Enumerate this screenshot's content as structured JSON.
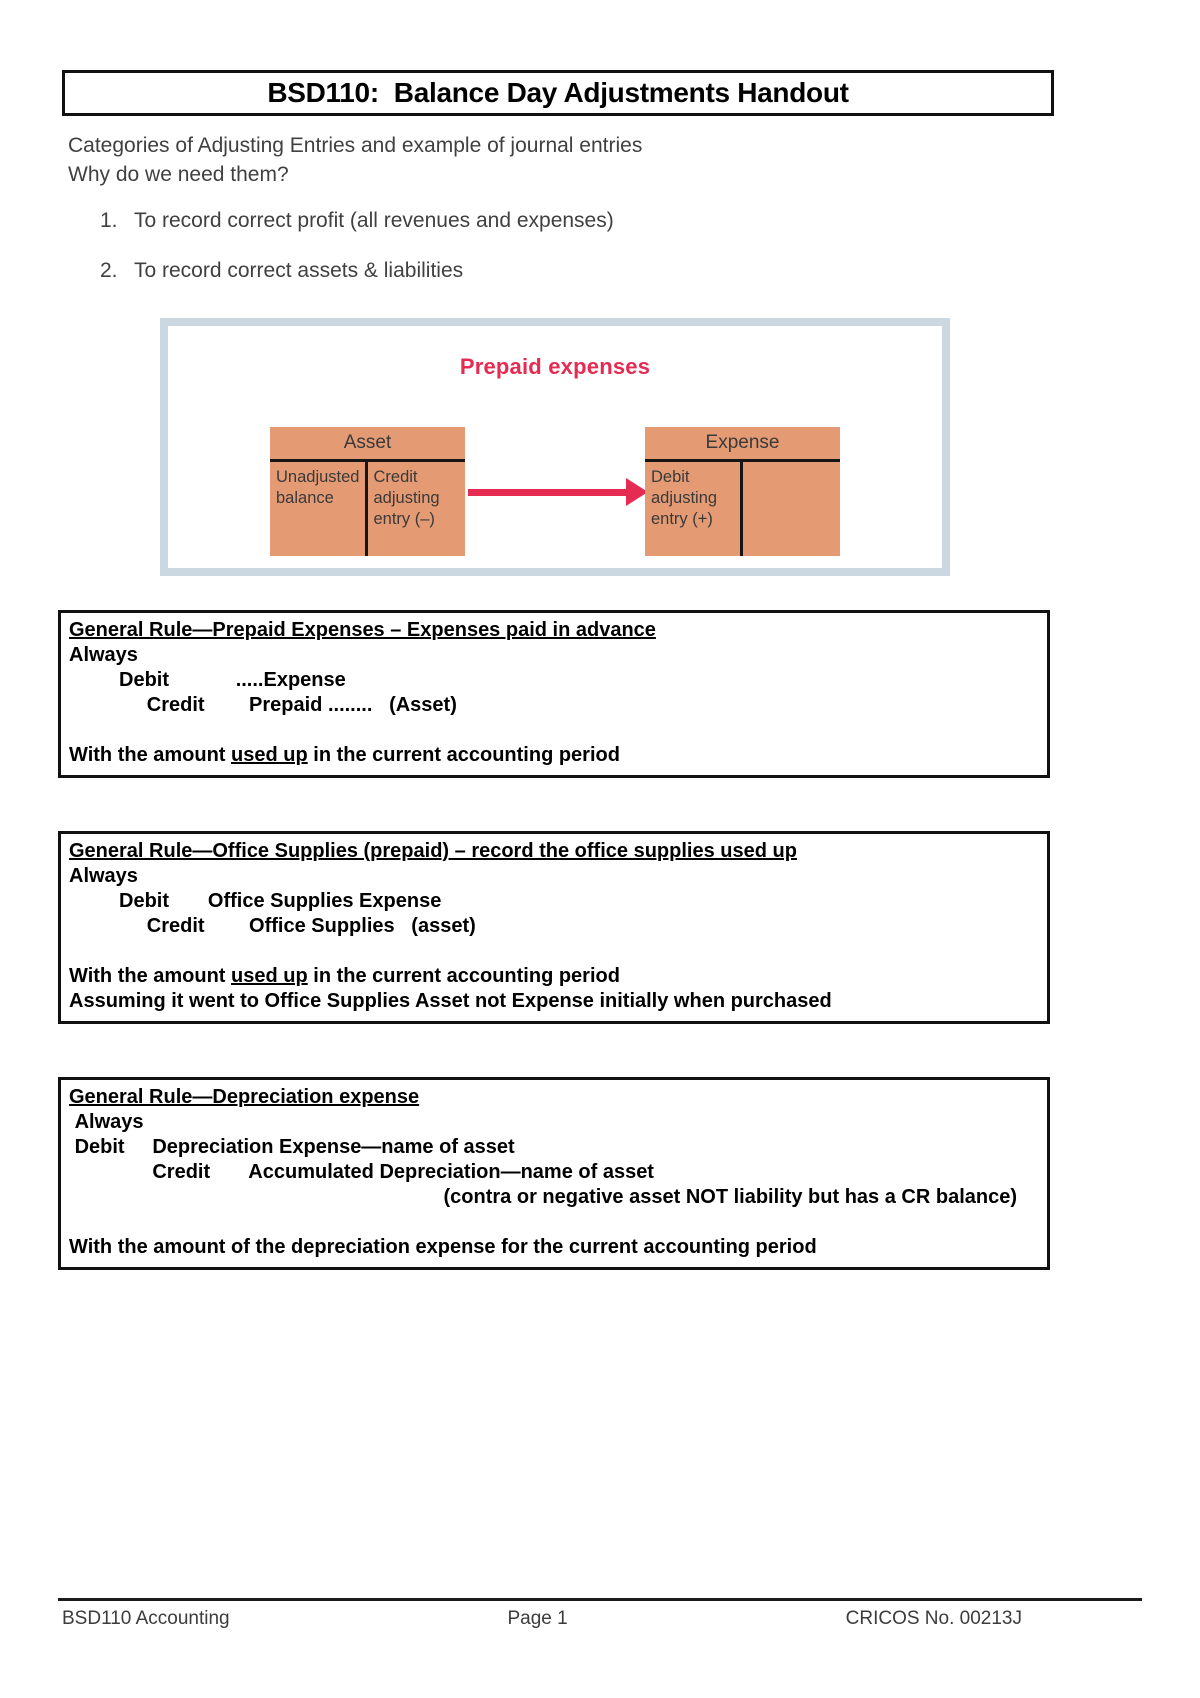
{
  "colors": {
    "salmon": "#E49A73",
    "crimson": "#E62B52",
    "frame": "#CBD8E2"
  },
  "doc": {
    "title": "BSD110:  Balance Day Adjustments Handout",
    "intro_line1": "Categories of Adjusting Entries and example of journal entries",
    "intro_line2": "Why do we need them?",
    "list": [
      {
        "num": "1.",
        "text": "To record correct profit (all revenues and expenses)"
      },
      {
        "num": "2.",
        "text": "To record correct assets & liabilities"
      }
    ]
  },
  "diagram": {
    "title": "Prepaid expenses",
    "accounts": [
      {
        "name": "Asset",
        "debit_side": "Unadjusted balance",
        "credit_side": "Credit adjusting entry (–)"
      },
      {
        "name": "Expense",
        "debit_side": "Debit adjusting entry (+)",
        "credit_side": ""
      }
    ]
  },
  "rules": [
    {
      "heading": "General Rule—Prepaid Expenses – Expenses paid in advance",
      "lines": [
        {
          "segs": [
            {
              "t": "Always"
            }
          ]
        },
        {
          "segs": [
            {
              "t": "         Debit            .....Expense"
            }
          ]
        },
        {
          "segs": [
            {
              "t": "              Credit        Prepaid ........   (Asset)"
            }
          ]
        },
        {
          "segs": [
            {
              "t": " "
            }
          ]
        },
        {
          "segs": [
            {
              "t": "With the amount "
            },
            {
              "t": "used up",
              "u": true
            },
            {
              "t": " in the current accounting period"
            }
          ]
        }
      ]
    },
    {
      "heading": "General Rule—Office Supplies (prepaid) – record the office supplies used up",
      "lines": [
        {
          "segs": [
            {
              "t": "Always"
            }
          ]
        },
        {
          "segs": [
            {
              "t": "         Debit       Office Supplies Expense"
            }
          ]
        },
        {
          "segs": [
            {
              "t": "              Credit        Office Supplies   (asset)"
            }
          ]
        },
        {
          "segs": [
            {
              "t": " "
            }
          ]
        },
        {
          "segs": [
            {
              "t": "With the amount "
            },
            {
              "t": "used up",
              "u": true
            },
            {
              "t": " in the current accounting period"
            }
          ]
        },
        {
          "segs": [
            {
              "t": "Assuming it went to Office Supplies Asset not Expense initially when purchased"
            }
          ]
        }
      ]
    },
    {
      "heading": "General Rule—Depreciation expense",
      "lines": [
        {
          "segs": [
            {
              "t": " Always"
            }
          ]
        },
        {
          "segs": [
            {
              "t": " Debit     Depreciation Expense—name of asset"
            }
          ]
        },
        {
          "segs": [
            {
              "t": "               Credit       Accumulated Depreciation—name of asset"
            }
          ]
        },
        {
          "align": "right",
          "segs": [
            {
              "t": "(contra or negative asset NOT liability but has a CR balance)"
            }
          ]
        },
        {
          "segs": [
            {
              "t": " "
            }
          ]
        },
        {
          "segs": [
            {
              "t": "With the amount of the depreciation expense for the current accounting period"
            }
          ]
        }
      ]
    }
  ],
  "footer": {
    "left": "BSD110 Accounting",
    "center": "Page 1",
    "right": "CRICOS No. 00213J"
  }
}
